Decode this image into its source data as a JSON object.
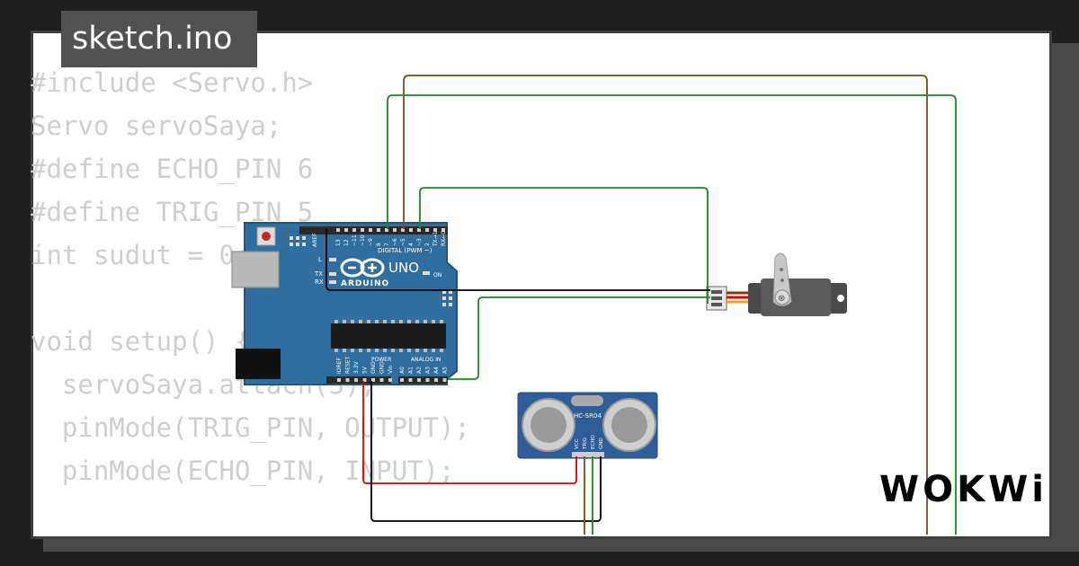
{
  "tab": {
    "title": "sketch.ino"
  },
  "code_lines": [
    "#include <Servo.h>",
    "Servo servoSaya;",
    "#define ECHO_PIN 6",
    "#define TRIG_PIN 5",
    "int sudut = 0;",
    "",
    "void setup() {",
    "  servoSaya.attach(3);",
    "  pinMode(TRIG_PIN, OUTPUT);",
    "  pinMode(ECHO_PIN, INPUT);"
  ],
  "arduino": {
    "model": "UNO",
    "brand": "ARDUINO",
    "digital_header": "DIGITAL (PWM ~)",
    "power_label": "POWER",
    "analog_label": "ANALOG IN",
    "on_label": "ON",
    "tx_label": "TX",
    "rx_label": "RX",
    "l_label": "L",
    "aref_label": "AREF",
    "top_pins": [
      "13",
      "12",
      "~11",
      "~10",
      "~9",
      "8",
      "7",
      "~6",
      "~5",
      "4",
      "~3",
      "2",
      "TX→1",
      "RX←0"
    ],
    "power_pins": [
      "IOREF",
      "RESET",
      "3.3V",
      "5V",
      "GND",
      "GND",
      "Vin"
    ],
    "analog_pins": [
      "A0",
      "A1",
      "A2",
      "A3",
      "A4",
      "A5"
    ]
  },
  "sensor": {
    "model": "HC-SR04",
    "pins": [
      "VCC",
      "TRIG",
      "ECHO",
      "GND"
    ]
  },
  "brand_logo": "WOKWi",
  "colors": {
    "board": "#2f6e9e",
    "wire_green": "#1a8a1a",
    "wire_brown": "#8b4513",
    "wire_black": "#000000",
    "wire_red": "#e00000"
  }
}
